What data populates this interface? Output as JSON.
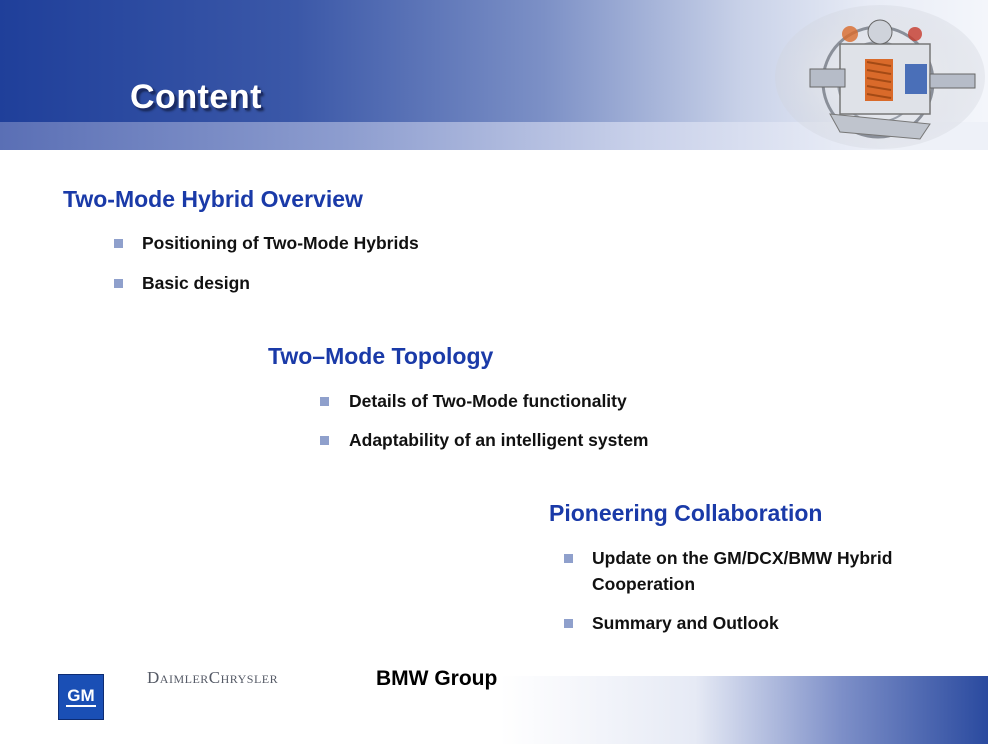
{
  "slide": {
    "title": "Content"
  },
  "sections": [
    {
      "heading": "Two-Mode Hybrid Overview",
      "bullets": [
        "Positioning of Two-Mode Hybrids",
        "Basic design"
      ]
    },
    {
      "heading": "Two–Mode Topology",
      "bullets": [
        "Details of Two-Mode functionality",
        "Adaptability of an intelligent system"
      ]
    },
    {
      "heading": "Pioneering Collaboration",
      "bullets": [
        "Update on the GM/DCX/BMW Hybrid Cooperation",
        "Summary and Outlook"
      ]
    }
  ],
  "footer": {
    "gm_logo_text": "GM",
    "daimlerchrysler_logo_text": "DaimlerChrysler",
    "bmw_logo_text": "BMW Group"
  },
  "colors": {
    "header_blue": "#1f3f9a",
    "heading_blue": "#1a3aa8",
    "bullet_square": "#8fa0cc",
    "gm_blue": "#1a4fb5"
  },
  "icons": {
    "header_image": "transmission-cutaway-image",
    "bullet": "square-bullet-icon"
  }
}
